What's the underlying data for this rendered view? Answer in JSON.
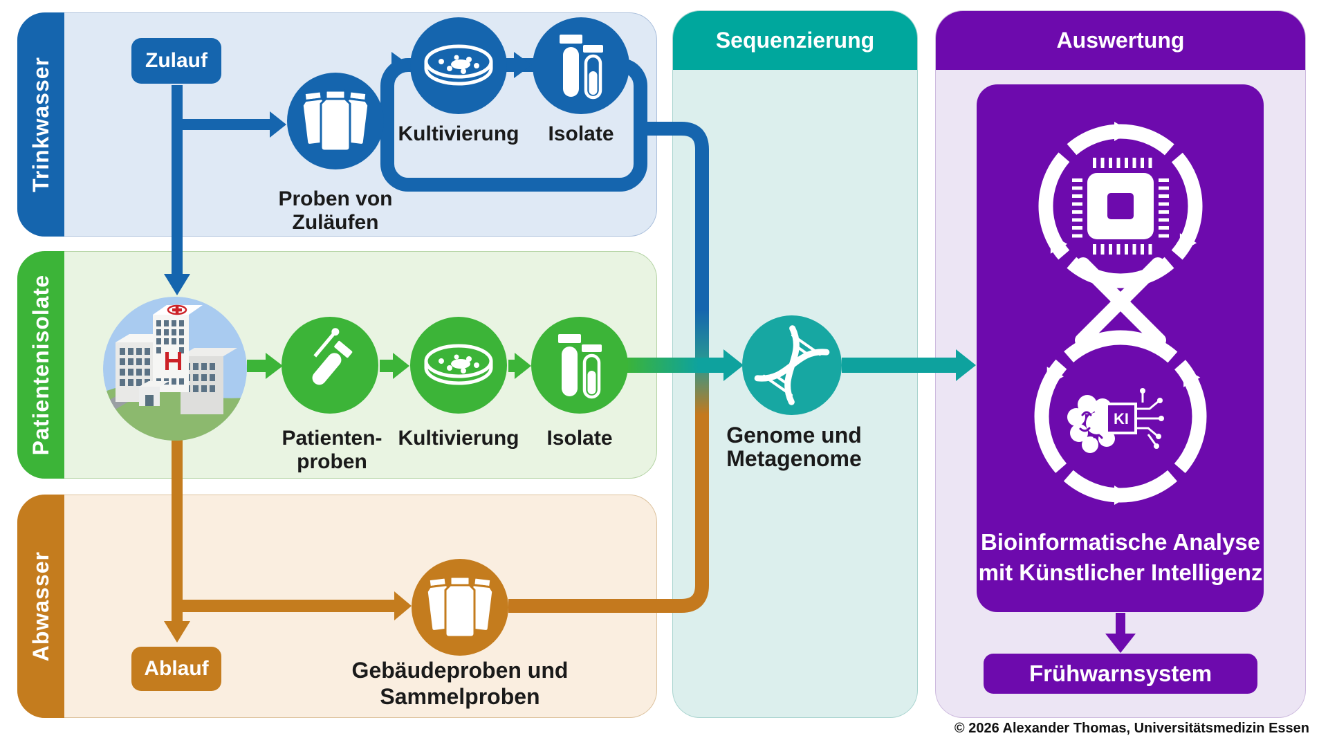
{
  "diagram": {
    "colors": {
      "c-blue": "#1565ae",
      "c-blue-light": "#dfe9f5",
      "c-green": "#3cb438",
      "c-green-light": "#e9f4e2",
      "c-orange": "#c47c1e",
      "c-orange-light": "#faeee0",
      "c-teal": "#00a79d",
      "c-teal-light": "#dcefed",
      "c-teal-node": "#17a7a2",
      "c-teal-arrow": "#0ea29e",
      "c-purple": "#6d0aad",
      "c-purple-light": "#ece5f4",
      "c-text": "#1a1a1a"
    },
    "trinkwasser": {
      "sidebar_label": "Trinkwasser",
      "zulauf_label": "Zulauf",
      "samples_line1": "Proben von",
      "samples_line2": "Zuläufen",
      "kultivierung_label": "Kultivierung",
      "isolate_label": "Isolate"
    },
    "patienten": {
      "sidebar_label": "Patientenisolate",
      "samples_line1": "Patienten-",
      "samples_line2": "proben",
      "kultivierung_label": "Kultivierung",
      "isolate_label": "Isolate"
    },
    "abwasser": {
      "sidebar_label": "Abwasser",
      "ablauf_label": "Ablauf",
      "samples_line1": "Gebäudeproben und",
      "samples_line2": "Sammelproben"
    },
    "sequenzierung": {
      "header_label": "Sequenzierung",
      "node_line1": "Genome und",
      "node_line2": "Metagenome"
    },
    "auswertung": {
      "header_label": "Auswertung",
      "ki_label": "KI",
      "analysis_line1": "Bioinformatische Analyse",
      "analysis_line2": "mit Künstlicher Intelligenz",
      "result_label": "Frühwarnsystem"
    },
    "credit": "© 2026 Alexander Thomas, Universitätsmedizin Essen"
  }
}
